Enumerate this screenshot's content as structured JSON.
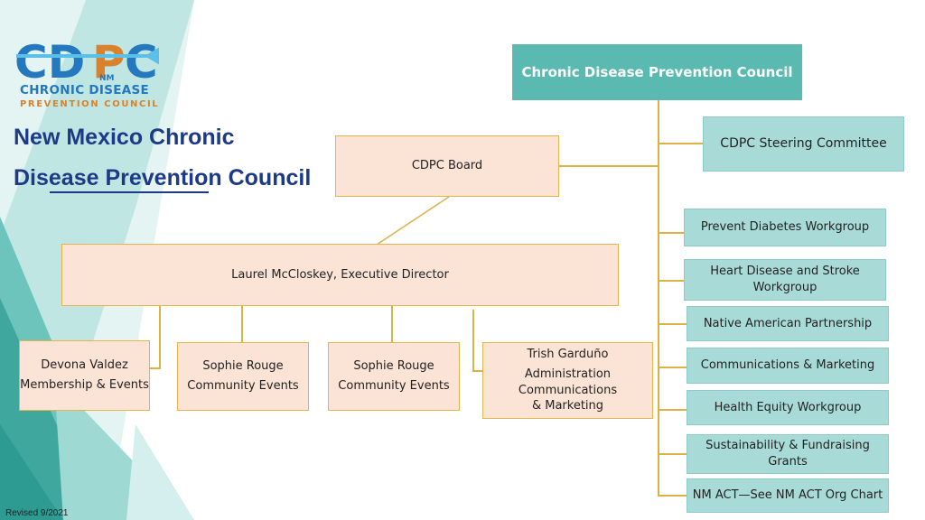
{
  "logo": {
    "letters": "CDPC",
    "state": "NM",
    "line1": "CHRONIC DISEASE",
    "line2": "PREVENTION COUNCIL"
  },
  "title": {
    "line1": "New Mexico Chronic",
    "line2": "Disease Prevention Council"
  },
  "revised": "Revised 9/2021",
  "colors": {
    "navy": "#1c3a86",
    "teal": "#5ab9b1",
    "light_teal": "#a8dbd8",
    "peach": "#fbe3d6",
    "gold": "#e0b048",
    "orange": "#d9822b"
  },
  "org": {
    "council": "Chronic Disease Prevention Council",
    "steering": "CDPC Steering Committee",
    "board": "CDPC Board",
    "director": "Laurel McCloskey, Executive Director",
    "staff": [
      {
        "line1": "Devona Valdez",
        "line2": "Membership & Events"
      },
      {
        "line1": "Sophie Rouge",
        "line2": "Community Events"
      },
      {
        "line1": "Sophie Rouge",
        "line2": "Community Events"
      },
      {
        "line1": "Trish Garduño",
        "line2": "Administration",
        "line3": "Communications",
        "line4": "& Marketing"
      }
    ],
    "workgroups": [
      {
        "line1": "Prevent Diabetes Workgroup"
      },
      {
        "line1": "Heart Disease and Stroke",
        "line2": "Workgroup"
      },
      {
        "line1": "Native American Partnership"
      },
      {
        "line1": "Communications & Marketing"
      },
      {
        "line1": "Health Equity Workgroup"
      },
      {
        "line1": "Sustainability & Fundraising",
        "line2": "Grants"
      },
      {
        "line1": "NM ACT—See NM ACT Org Chart"
      }
    ]
  }
}
